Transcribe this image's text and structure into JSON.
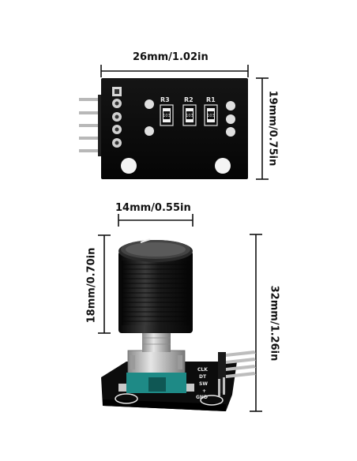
{
  "top_view": {
    "width_label": "26mm/1.02in",
    "height_label": "19mm/0.75in",
    "resistors": [
      {
        "name": "R3",
        "code": "103"
      },
      {
        "name": "R2",
        "code": "103"
      },
      {
        "name": "R1",
        "code": "103"
      }
    ]
  },
  "side_view": {
    "knob_width_label": "14mm/0.55in",
    "knob_height_label": "18mm/0.70in",
    "total_height_label": "32mm/1.26in",
    "pin_labels": [
      "CLK",
      "DT",
      "SW",
      "+",
      "GND"
    ]
  },
  "colors": {
    "pcb": "#0a0a0a",
    "dimension_line": "#111111",
    "knob": "#161616",
    "encoder_body": "#1e8a86"
  }
}
